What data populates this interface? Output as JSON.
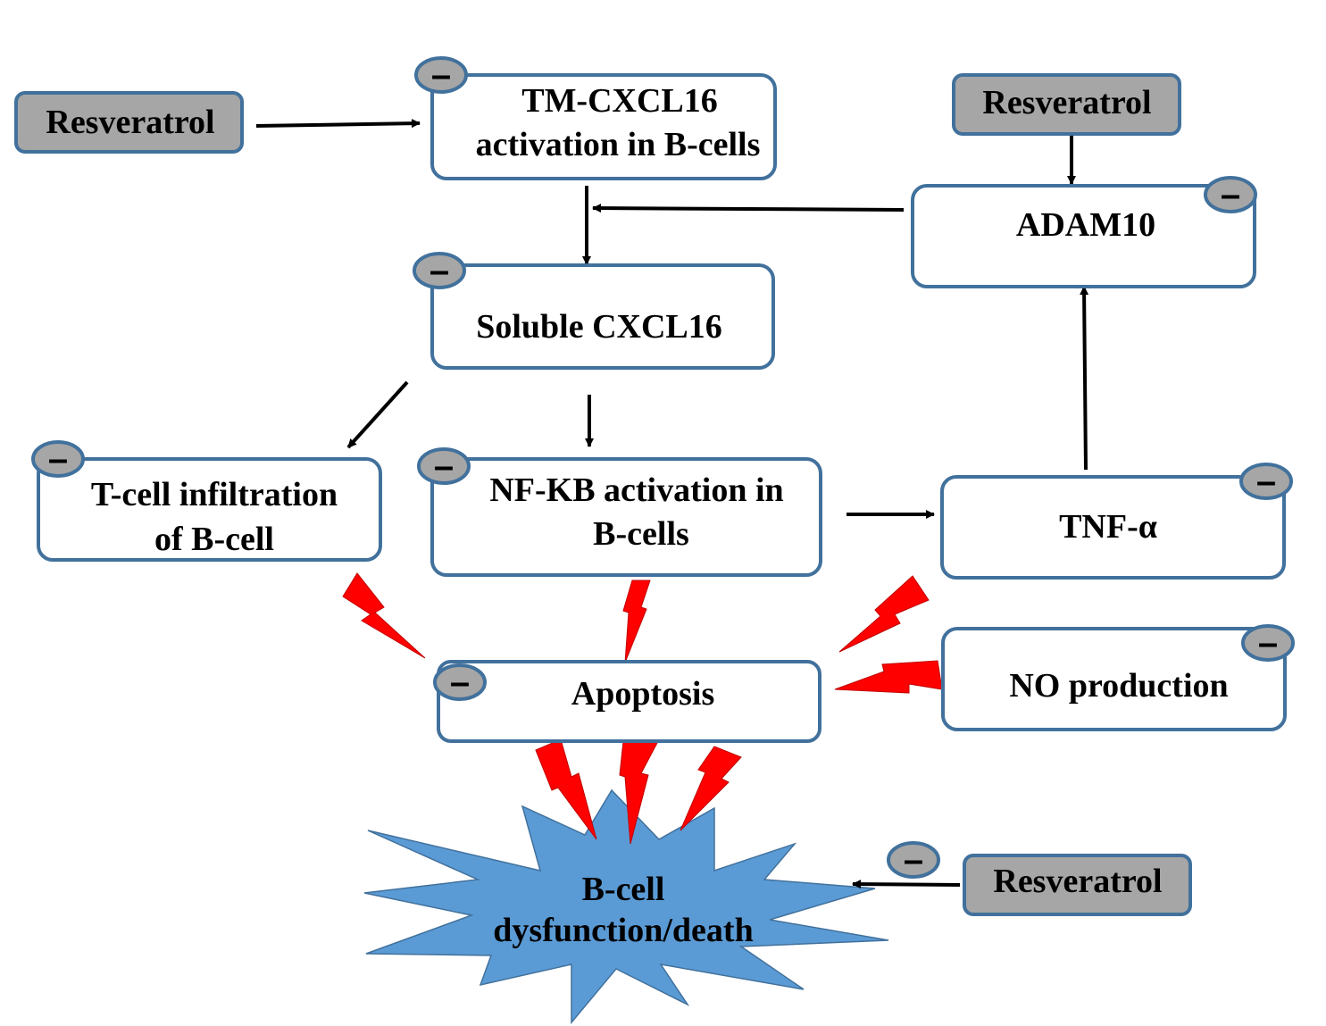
{
  "colors": {
    "box_border": "#41719C",
    "box_fill": "#ffffff",
    "drug_fill": "#A6A6A6",
    "minus_fill": "#A6A6A6",
    "arrow": "#000000",
    "bolt": "#FF0000",
    "burst": "#5B9BD5"
  },
  "nodes": {
    "resveratrol_left": "Resveratrol",
    "resveratrol_top_right": "Resveratrol",
    "resveratrol_bottom_right": "Resveratrol",
    "tm_cxcl16": [
      "TM-CXCL16",
      "activation in B-cells"
    ],
    "adam10": "ADAM10",
    "soluble_cxcl16": "Soluble CXCL16",
    "tcell": [
      "T-cell infiltration",
      "of B-cell"
    ],
    "nfkb": [
      "NF-KB activation in",
      "B-cells"
    ],
    "tnf": "TNF-α",
    "no_production": "NO production",
    "apoptosis": "Apoptosis",
    "bcell_death": [
      "B-cell",
      "dysfunction/death"
    ]
  },
  "inhibition_badge": "–",
  "icons": [
    "inhibition-minus-icon",
    "lightning-bolt-icon",
    "starburst-icon",
    "arrow-icon"
  ]
}
